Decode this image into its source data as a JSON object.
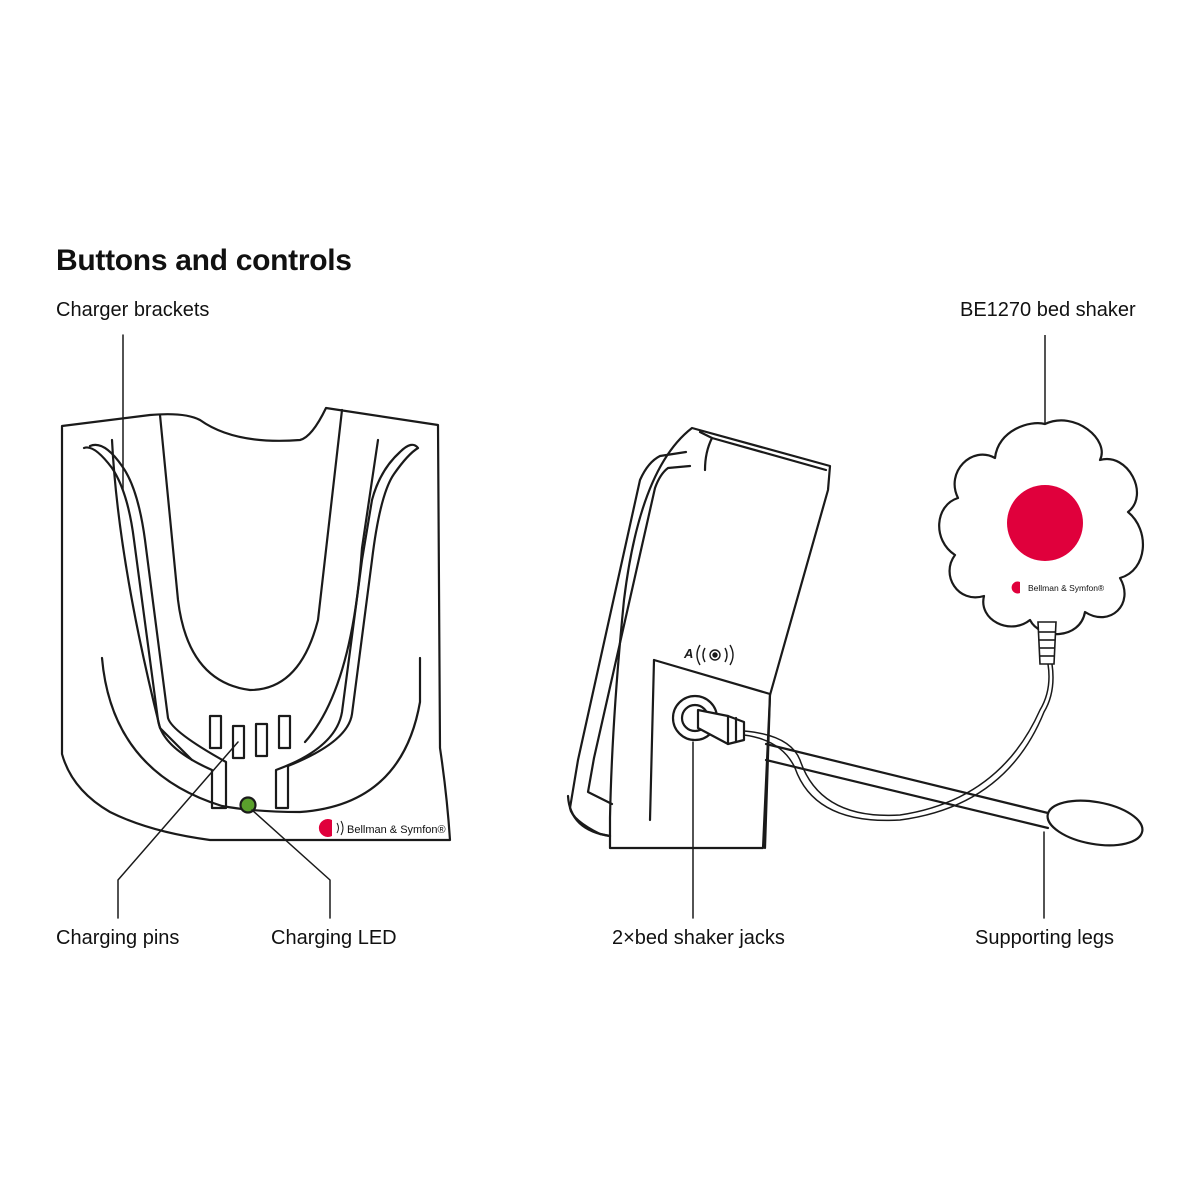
{
  "title": "Buttons and controls",
  "labels": {
    "charger_brackets": "Charger brackets",
    "bed_shaker": "BE1270 bed shaker",
    "charging_pins": "Charging pins",
    "charging_led": "Charging LED",
    "bed_shaker_jacks": "2×bed shaker jacks",
    "supporting_legs": "Supporting legs"
  },
  "device": {
    "brand_charger": "Bellman & Symfon®",
    "brand_shaker": "Bellman & Symfon®",
    "jack_label": "A"
  },
  "colors": {
    "brand_red": "#e0003c",
    "led_green": "#5aa02c",
    "line": "#1a1a1a"
  },
  "icons": {
    "vibration": "vibration-icon",
    "logo": "bellman-logo-icon"
  }
}
